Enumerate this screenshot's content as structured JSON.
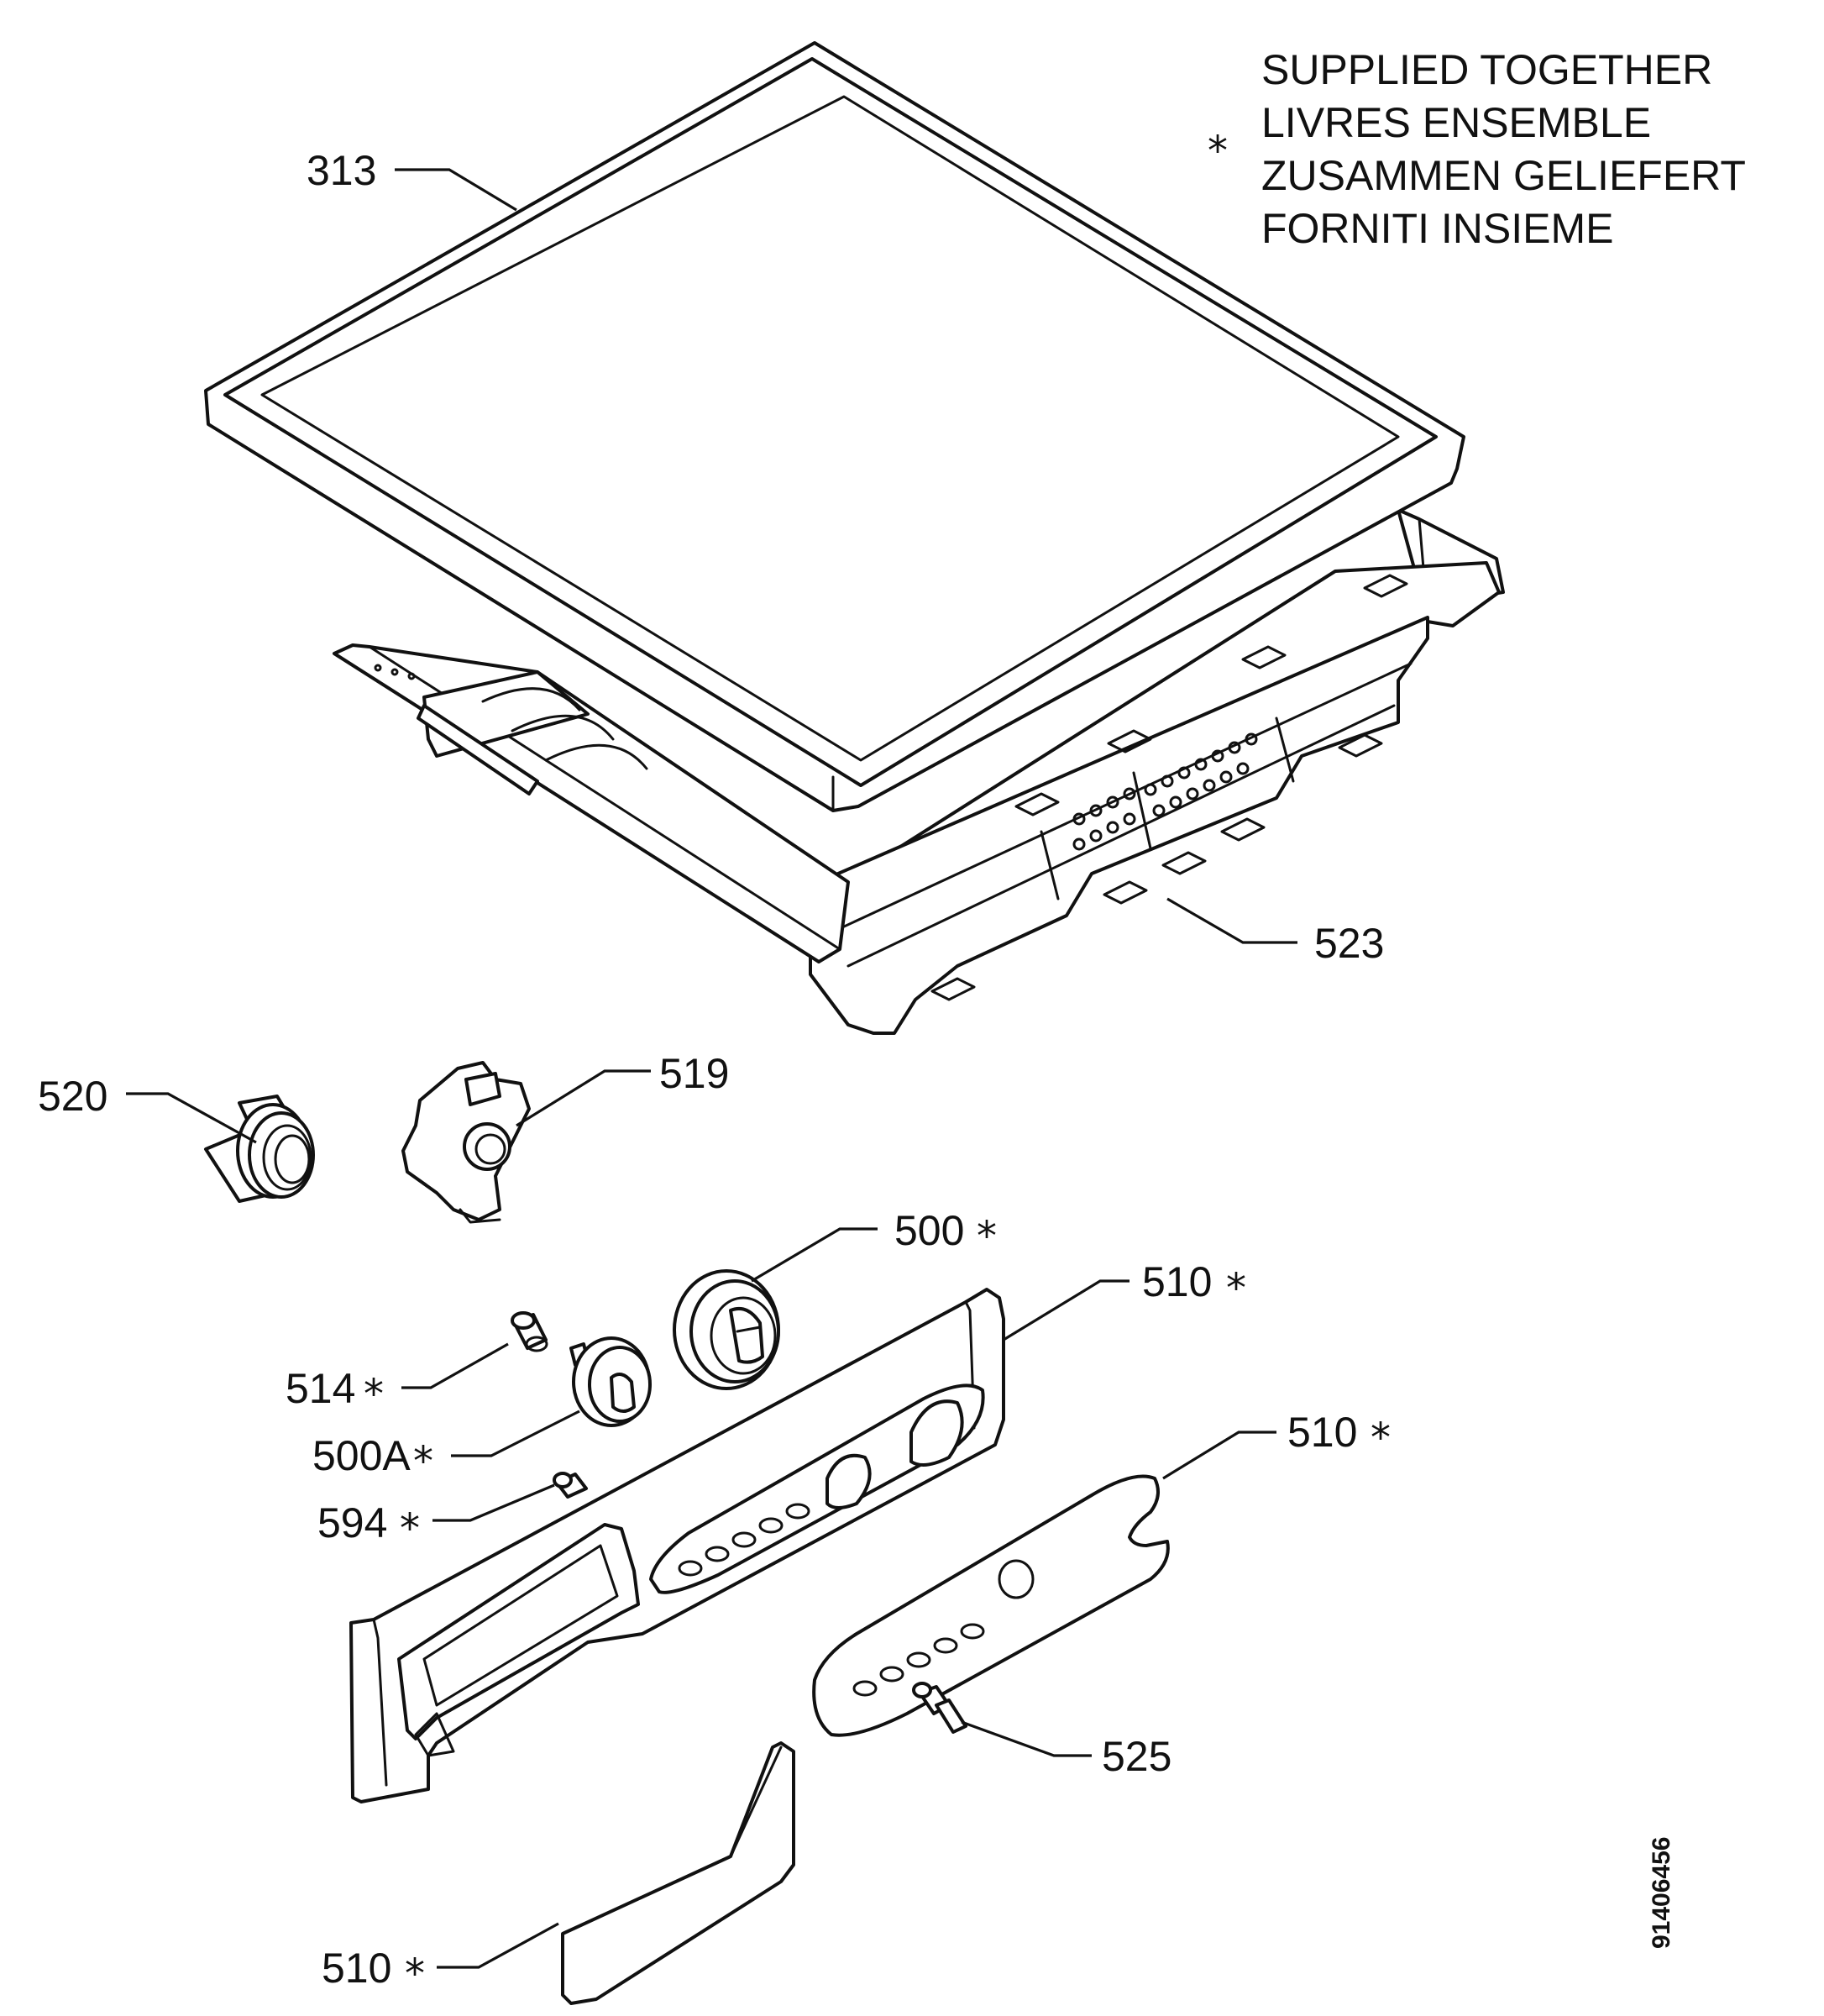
{
  "legend": {
    "marker": "*",
    "lines": [
      "SUPPLIED TOGETHER",
      "LIVRES ENSEMBLE",
      "ZUSAMMEN GELIEFERT",
      "FORNITI INSIEME"
    ]
  },
  "callouts": {
    "c313": "313",
    "c523": "523",
    "c520": "520",
    "c519": "519",
    "c500": "500",
    "c510a": "510",
    "c514": "514",
    "c500a": "500A",
    "c594": "594",
    "c510b": "510",
    "c525": "525",
    "c510c": "510"
  },
  "document_number": "91406456"
}
